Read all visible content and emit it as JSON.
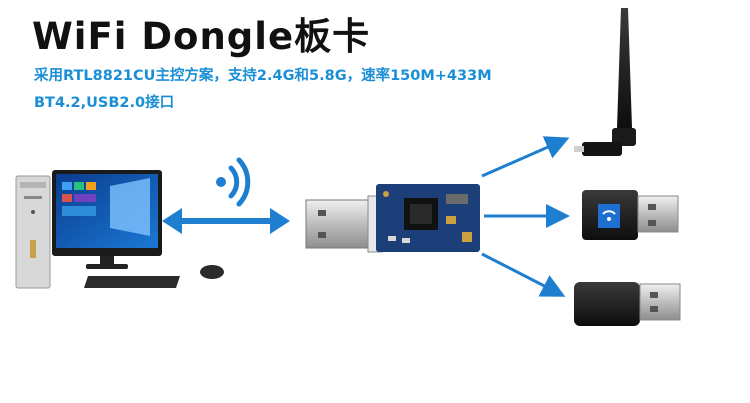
{
  "title": "WiFi Dongle板卡",
  "spec_line_1": "采用RTL8821CU主控方案，支持2.4G和5.8G，速率150M+433M",
  "spec_line_2": "BT4.2,USB2.0接口",
  "colors": {
    "accent": "#1a8fd6",
    "arrow": "#1e7fd0",
    "pcb": "#1c3f7a"
  },
  "icons": [
    "desktop-pc-icon",
    "wifi-signal-icon",
    "usb-dongle-board-icon",
    "antenna-wifi-adapter-icon",
    "wifi-nano-adapter-icon",
    "black-usb-adapter-icon"
  ]
}
